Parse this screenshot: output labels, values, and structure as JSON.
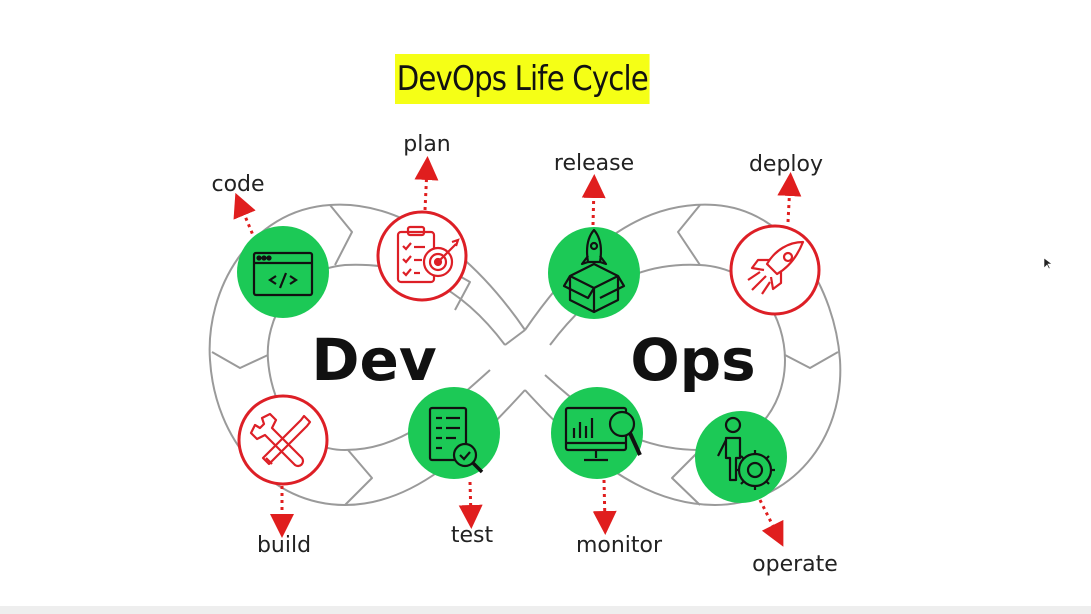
{
  "title": "DevOps Life Cycle",
  "dev_label": "Dev",
  "ops_label": "Ops",
  "colors": {
    "title_highlight": "#f5ff16",
    "green": "#1cc956",
    "red": "#dd1f26",
    "loop_outline": "#9a9a9a",
    "arrow_dots": "#e01e1e"
  },
  "stages": [
    {
      "id": "code",
      "label": "code",
      "icon": "code-window-icon",
      "style": "green"
    },
    {
      "id": "plan",
      "label": "plan",
      "icon": "clipboard-target-icon",
      "style": "red"
    },
    {
      "id": "build",
      "label": "build",
      "icon": "wrench-screwdriver-icon",
      "style": "red"
    },
    {
      "id": "test",
      "label": "test",
      "icon": "checklist-magnifier-icon",
      "style": "green"
    },
    {
      "id": "release",
      "label": "release",
      "icon": "rocket-box-icon",
      "style": "green"
    },
    {
      "id": "deploy",
      "label": "deploy",
      "icon": "rocket-icon",
      "style": "red"
    },
    {
      "id": "monitor",
      "label": "monitor",
      "icon": "monitor-chart-icon",
      "style": "green"
    },
    {
      "id": "operate",
      "label": "operate",
      "icon": "person-gear-icon",
      "style": "green"
    }
  ]
}
